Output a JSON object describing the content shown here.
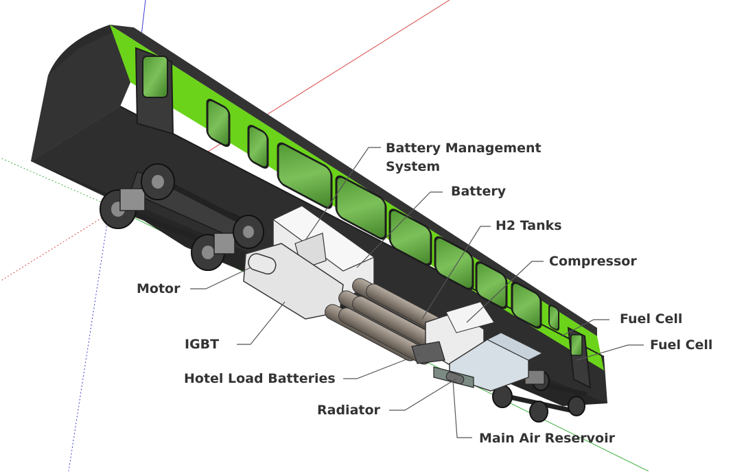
{
  "diagram": {
    "labels": {
      "bms_line1": "Battery Management",
      "bms_line2": "System",
      "battery": "Battery",
      "h2_tanks": "H2 Tanks",
      "compressor": "Compressor",
      "motor": "Motor",
      "igbt": "IGBT",
      "fuel_cell_1": "Fuel Cell",
      "fuel_cell_2": "Fuel Cell",
      "hotel_load_batteries": "Hotel Load Batteries",
      "radiator": "Radiator",
      "main_air_reservoir": "Main Air Reservoir"
    },
    "colors": {
      "body_dark": "#2b2b2b",
      "livery_green": "#6bd41a",
      "window_glass": "#5fa83c",
      "equipment": "#e8e8e8",
      "tanks": "#8d8378",
      "radiator": "#7c8c84",
      "wheel": "#3a3a3a",
      "axis_red": "#d94040",
      "axis_green": "#3fae3f",
      "axis_blue": "#3a3ad0"
    }
  }
}
